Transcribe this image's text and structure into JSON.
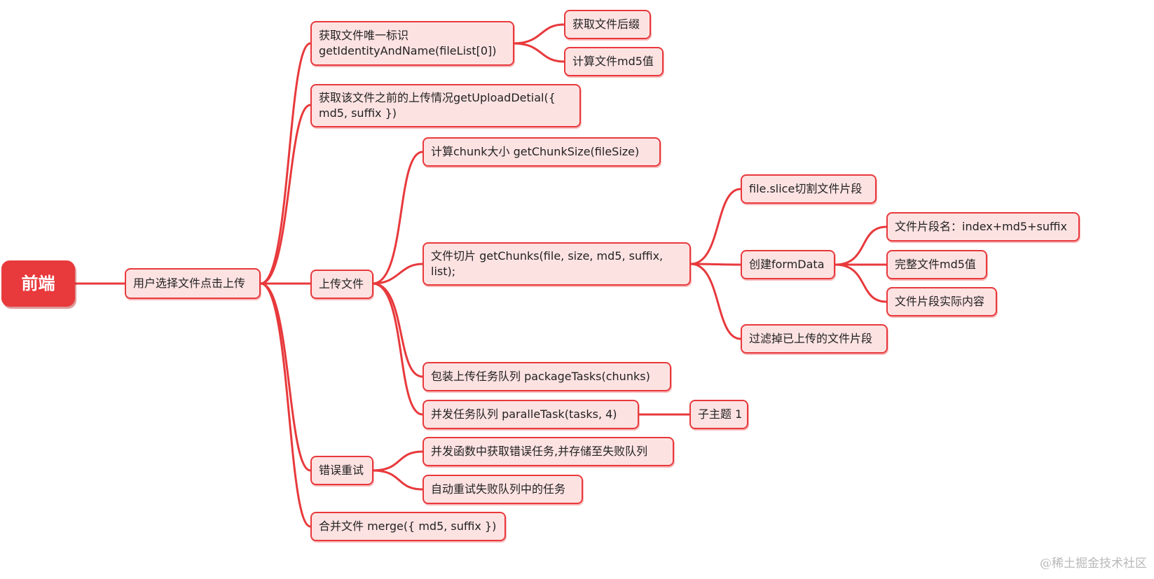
{
  "colors": {
    "accent": "#e8393c",
    "node_fill": "#fde2e2"
  },
  "root": {
    "label": "前端"
  },
  "level1": {
    "label": "用户选择文件点击上传"
  },
  "step_identity": {
    "label": "获取文件唯一标识 getIdentityAndName(fileList[0])"
  },
  "identity_suffix": {
    "label": "获取文件后缀"
  },
  "identity_md5": {
    "label": "计算文件md5值"
  },
  "step_history": {
    "label": "获取该文件之前的上传情况getUploadDetial({ md5, suffix })"
  },
  "step_upload": {
    "label": "上传文件"
  },
  "chunk_size": {
    "label": "计算chunk大小 getChunkSize(fileSize)"
  },
  "chunks": {
    "label": "文件切片 getChunks(file, size, md5, suffix, list);"
  },
  "slice": {
    "label": "file.slice切割文件片段"
  },
  "formdata": {
    "label": "创建formData"
  },
  "fd_name": {
    "label": "文件片段名：index+md5+suffix"
  },
  "fd_md5": {
    "label": "完整文件md5值"
  },
  "fd_content": {
    "label": "文件片段实际内容"
  },
  "filter": {
    "label": "过滤掉已上传的文件片段"
  },
  "package": {
    "label": "包装上传任务队列 packageTasks(chunks)"
  },
  "parallel": {
    "label": "并发任务队列 paralleTask(tasks, 4)"
  },
  "subtopic": {
    "label": "子主题 1"
  },
  "step_retry": {
    "label": "错误重试"
  },
  "retry_collect": {
    "label": "并发函数中获取错误任务,并存储至失败队列"
  },
  "retry_auto": {
    "label": "自动重试失败队列中的任务"
  },
  "step_merge": {
    "label": "合并文件 merge({ md5, suffix })"
  },
  "watermark": "@稀土掘金技术社区"
}
